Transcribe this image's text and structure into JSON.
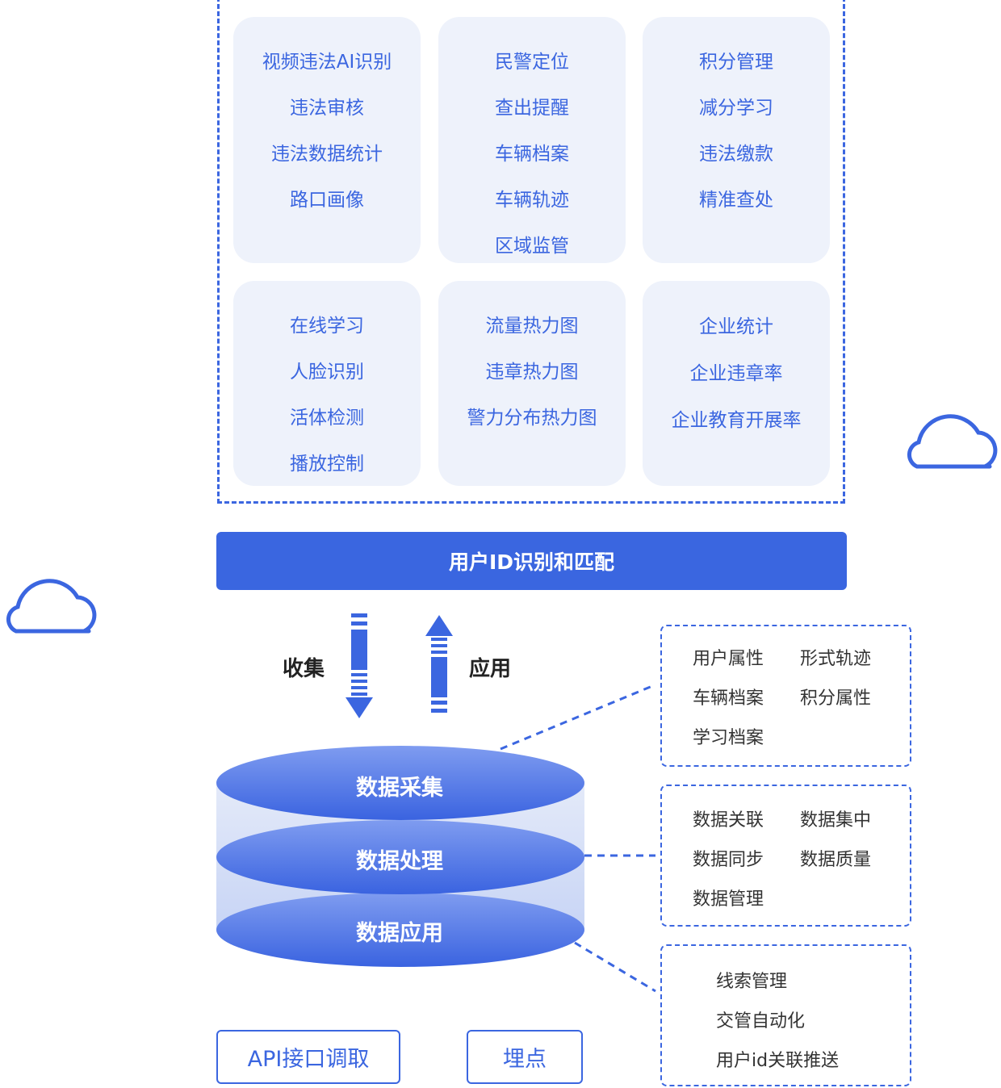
{
  "feature_cards": [
    {
      "items": [
        "视频违法AI识别",
        "违法审核",
        "违法数据统计",
        "路口画像"
      ]
    },
    {
      "items": [
        "民警定位",
        "查出提醒",
        "车辆档案",
        "车辆轨迹",
        "区域监管"
      ]
    },
    {
      "items": [
        "积分管理",
        "减分学习",
        "违法缴款",
        "精准查处"
      ]
    },
    {
      "items": [
        "在线学习",
        "人脸识别",
        "活体检测",
        "播放控制"
      ]
    },
    {
      "items": [
        "流量热力图",
        "违章热力图",
        "警力分布热力图"
      ]
    },
    {
      "items": [
        "企业统计",
        "企业违章率",
        "企业教育开展率"
      ]
    }
  ],
  "banner": {
    "label": "用户ID识别和匹配"
  },
  "flow": {
    "collect_label": "收集",
    "apply_label": "应用"
  },
  "cylinder": {
    "layers": [
      "数据采集",
      "数据处理",
      "数据应用"
    ]
  },
  "info_boxes": [
    {
      "items": [
        "用户属性",
        "形式轨迹",
        "车辆档案",
        "积分属性",
        "学习档案"
      ]
    },
    {
      "items": [
        "数据关联",
        "数据集中",
        "数据同步",
        "数据质量",
        "数据管理"
      ]
    },
    {
      "items": [
        "线索管理",
        "交管自动化",
        "用户id关联推送"
      ]
    }
  ],
  "buttons": {
    "api_label": "API接口调取",
    "tracking_label": "埋点"
  },
  "colors": {
    "accent": "#3b66e0",
    "card_bg": "#eef2fb",
    "banner": "#3a66e0"
  }
}
